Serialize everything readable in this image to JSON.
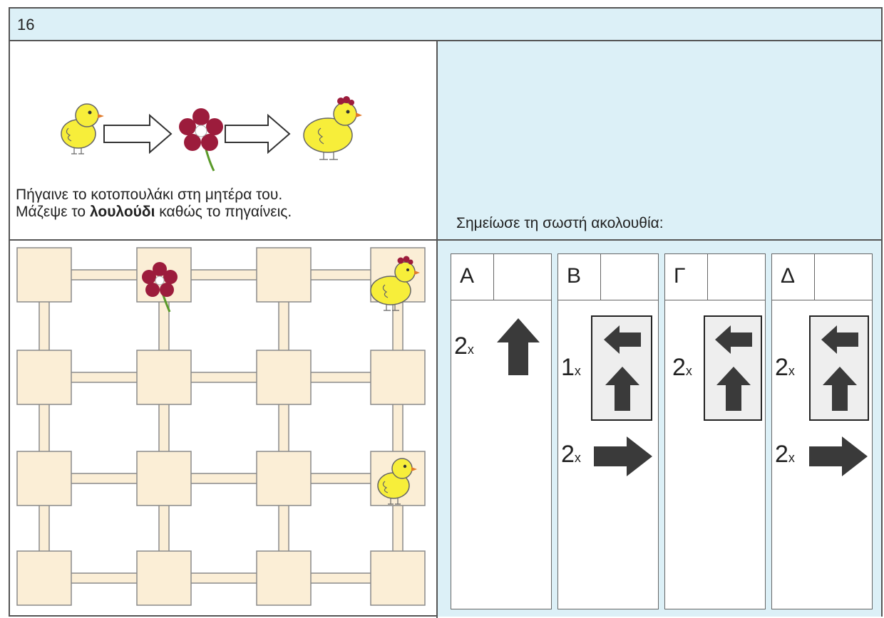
{
  "task_number": "16",
  "instructions": {
    "line1": "Πήγαινε το κοτοπουλάκι στη μητέρα του.",
    "line2_pre": "Μάζεψε το ",
    "line2_bold": "λουλούδι",
    "line2_post": " καθώς το πηγαίνεις."
  },
  "sequence_prompt": "Σημείωσε τη σωστή ακολουθία:",
  "story_icons": [
    "chick-icon",
    "arrow-right-outline-icon",
    "flower-icon",
    "arrow-right-outline-icon",
    "hen-icon"
  ],
  "maze": {
    "rows": 4,
    "cols": 4,
    "flower_cell": [
      0,
      1
    ],
    "hen_cell": [
      0,
      3
    ],
    "chick_cell": [
      2,
      3
    ],
    "tile_color": "#fbeed6",
    "line_color": "#8a8a8a"
  },
  "options": [
    {
      "letter": "Α",
      "steps": [
        {
          "count": "2",
          "x": "x",
          "icon": "arrow-up-icon"
        }
      ]
    },
    {
      "letter": "Β",
      "steps": [
        {
          "count": "1",
          "x": "x",
          "icon": "loop-box-left-up-icon"
        },
        {
          "count": "2",
          "x": "x",
          "icon": "arrow-right-icon"
        }
      ]
    },
    {
      "letter": "Γ",
      "steps": [
        {
          "count": "2",
          "x": "x",
          "icon": "loop-box-left-up-icon"
        }
      ]
    },
    {
      "letter": "Δ",
      "steps": [
        {
          "count": "2",
          "x": "x",
          "icon": "loop-box-left-up-icon"
        },
        {
          "count": "2",
          "x": "x",
          "icon": "arrow-right-icon"
        }
      ]
    }
  ],
  "colors": {
    "header_bg": "#dcf0f7",
    "chick_yellow": "#f7ee3a",
    "flower_red": "#9c1c3c",
    "arrow_dark": "#3a3a3a"
  }
}
